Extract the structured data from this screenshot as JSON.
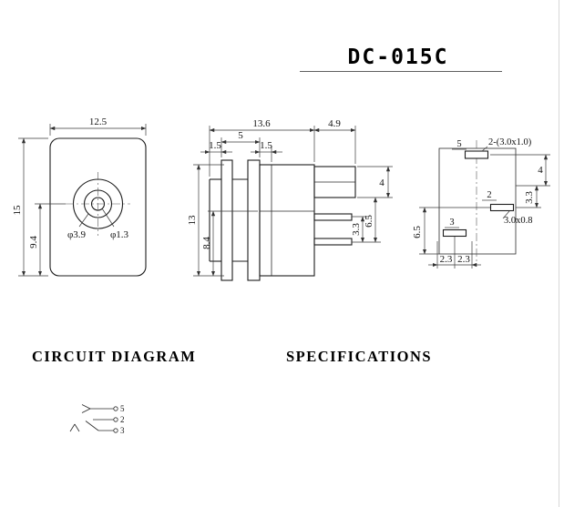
{
  "title": "DC-015C",
  "headings": {
    "circuit_diagram": "CIRCUIT DIAGRAM",
    "specifications": "SPECIFICATIONS"
  },
  "front_view": {
    "width": "12.5",
    "height": "15",
    "center_to_bottom": "9.4",
    "barrel_dia": "φ3.9",
    "pin_dia": "φ1.3"
  },
  "side_view": {
    "body_length": "13.6",
    "terminal_length": "4.9",
    "flange_section": "5",
    "front_offset": "1.5",
    "rear_offset": "1.5",
    "body_height": "13",
    "base_height": "8.4",
    "tab_height": "4",
    "terminal_pitch": "3.3",
    "terminal_span": "6.5"
  },
  "pin_view": {
    "pin5_label": "5",
    "pin2_label": "2",
    "pin3_label": "3",
    "slot_note": "2-(3.0x1.0)",
    "pin2_note": "3.0x0.8",
    "dim_top": "4",
    "dim_pitch": "3.3",
    "dim_span": "6.5",
    "dim_left_offset": "2.3",
    "dim_right_offset": "2.3"
  },
  "circuit": {
    "pin5": "5",
    "pin2": "2",
    "pin3": "3"
  }
}
